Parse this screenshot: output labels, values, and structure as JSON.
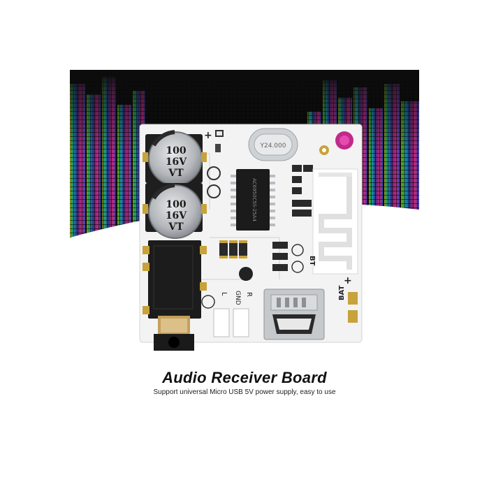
{
  "caption": {
    "title": "Audio Receiver Board",
    "subtitle": "Support universal Micro USB 5V power supply, easy to use"
  },
  "board": {
    "capacitor_top": {
      "line1": "100",
      "line2": "16V",
      "line3": "VT"
    },
    "capacitor_bottom": {
      "line1": "100",
      "line2": "16V",
      "line3": "VT"
    },
    "crystal_marking": "Y24.000",
    "chip_marking": "AC6950C5S-25A4",
    "label_bt": "BT",
    "label_r": "R",
    "label_gnd": "GND",
    "label_l": "L",
    "label_bat": "BAT",
    "label_plus_top": "+",
    "label_plus_right": "+"
  },
  "colors": {
    "board": "#f3f3f3",
    "background_dark": "#0c0c0c",
    "capacitor": "#b9bcc0"
  },
  "icons": [
    "equalizer-background",
    "audio-jack",
    "micro-usb-port",
    "bluetooth-antenna"
  ]
}
